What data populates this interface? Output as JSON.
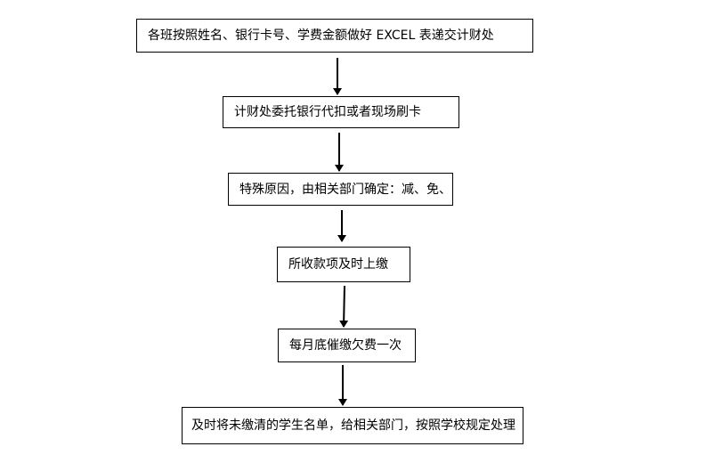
{
  "flowchart": {
    "steps": [
      {
        "id": "step1",
        "text": "各班按照姓名、银行卡号、学费金额做好 EXCEL 表递交计财处"
      },
      {
        "id": "step2",
        "text": "计财处委托银行代扣或者现场刷卡"
      },
      {
        "id": "step3",
        "text": "特殊原因，由相关部门确定：减、免、"
      },
      {
        "id": "step4",
        "text": "所收款项及时上缴"
      },
      {
        "id": "step5",
        "text": "每月底催缴欠费一次"
      },
      {
        "id": "step6",
        "text": "及时将未缴清的学生名单，给相关部门，按照学校规定处理"
      }
    ],
    "colors": {
      "stroke": "#000000",
      "background": "#ffffff"
    }
  }
}
